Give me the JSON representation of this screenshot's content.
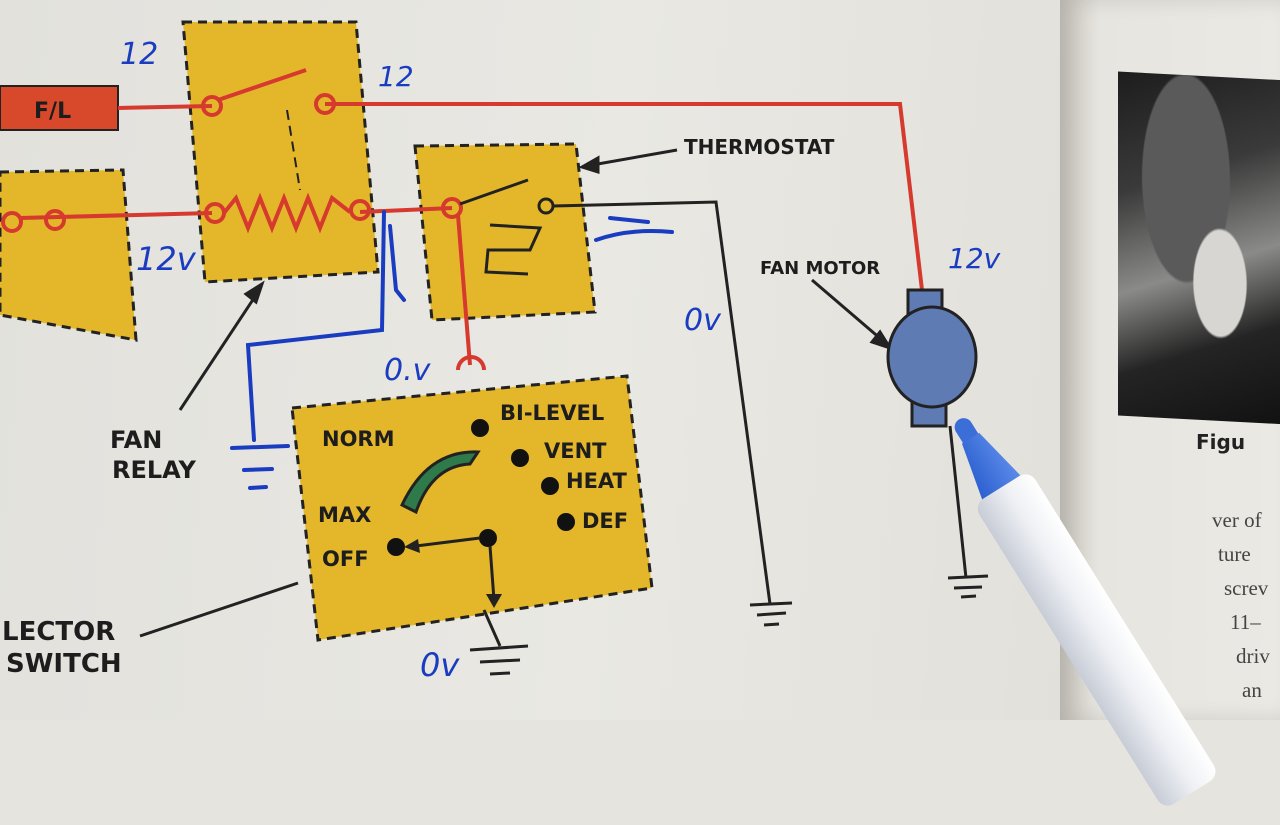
{
  "relay_voltages": {
    "top_left": "12",
    "top_right": "12",
    "coil": "12v"
  },
  "fl_label": "F/L",
  "thermostat_label": "THERMOSTAT",
  "fan_motor_label": "FAN MOTOR",
  "fan_motor_voltage": "12v",
  "fan_relay_label": [
    "FAN",
    "RELAY"
  ],
  "selector_label": [
    "LECTOR",
    "SWITCH"
  ],
  "thermostat_out_voltage": "0v",
  "switch_in_voltage": "0.v",
  "switch_ground_voltage": "0v",
  "switch_positions": {
    "norm": "NORM",
    "max": "MAX",
    "off": "OFF",
    "bilevel": "BI-LEVEL",
    "vent": "VENT",
    "heat": "HEAT",
    "def": "DEF"
  },
  "right_page": {
    "caption": "Figu",
    "lines": [
      "ver of",
      "ture",
      "screv",
      "11–",
      "driv",
      "an"
    ]
  },
  "colors": {
    "yellow": "#e4b62a",
    "wire_red": "#d63a2e",
    "ink_blue": "#1a3cc0",
    "motor_blue": "#5f7bb3"
  }
}
